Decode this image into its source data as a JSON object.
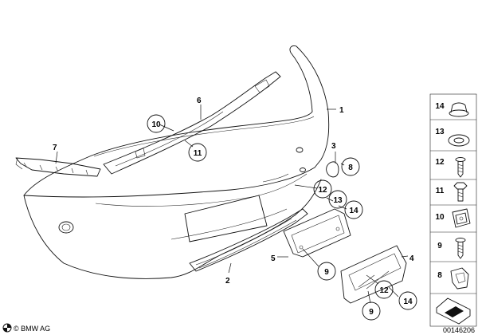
{
  "brand": "© BMW AG",
  "diagram_id": "00146206",
  "part_labels": {
    "p1": "1",
    "p2": "2",
    "p3": "3",
    "p4": "4",
    "p5": "5",
    "p6": "6",
    "p7": "7"
  },
  "circled_labels": {
    "c10": "10",
    "c11": "11",
    "c12a": "12",
    "c13a": "13",
    "c14a": "14",
    "c8": "8",
    "c9a": "9",
    "c12b": "12",
    "c9b": "9",
    "c14b": "14"
  },
  "legend": [
    {
      "number": "14",
      "icon": "plug-cap-icon"
    },
    {
      "number": "13",
      "icon": "grommet-ring-icon"
    },
    {
      "number": "12",
      "icon": "screw-icon"
    },
    {
      "number": "11",
      "icon": "hex-bolt-icon"
    },
    {
      "number": "10",
      "icon": "clip-nut-icon"
    },
    {
      "number": "9",
      "icon": "screw-icon"
    },
    {
      "number": "8",
      "icon": "bracket-clip-icon"
    }
  ]
}
